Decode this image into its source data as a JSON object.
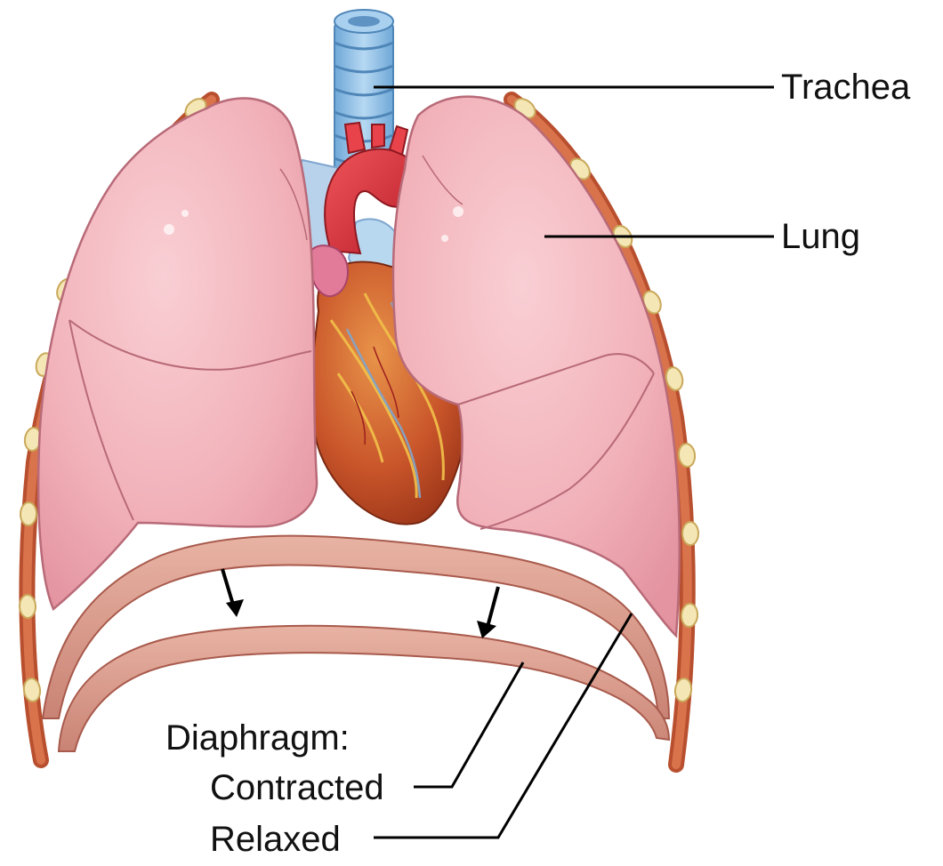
{
  "labels": {
    "trachea": "Trachea",
    "lung": "Lung",
    "diaphragm": "Diaphragm:",
    "contracted": "Contracted",
    "relaxed": "Relaxed"
  },
  "colors": {
    "lung": "#f2b3ba",
    "lung_edge": "#c97a86",
    "heart": "#c0502e",
    "aorta": "#d9343d",
    "trachea": "#8fbfe6",
    "rib": "#c9633f",
    "rib_cartilage": "#f4e7b5",
    "diaphragm": "#dba092"
  },
  "icons": [
    "down-arrow-icon",
    "down-arrow-icon"
  ]
}
